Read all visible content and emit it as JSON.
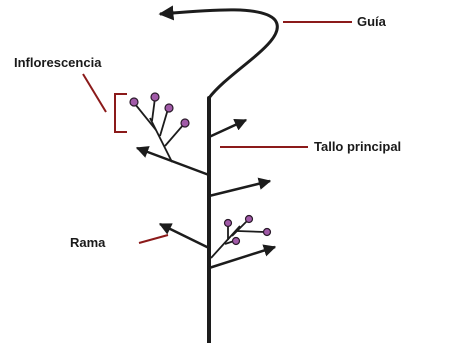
{
  "labels": {
    "guia": "Guía",
    "inflorescencia": "Inflorescencia",
    "tallo_principal": "Tallo principal",
    "rama": "Rama"
  },
  "colors": {
    "stem": "#1c1c1c",
    "leader_line": "#8b1a1a",
    "flower_fill": "#a15aa8",
    "flower_stroke": "#2a1a2a"
  }
}
